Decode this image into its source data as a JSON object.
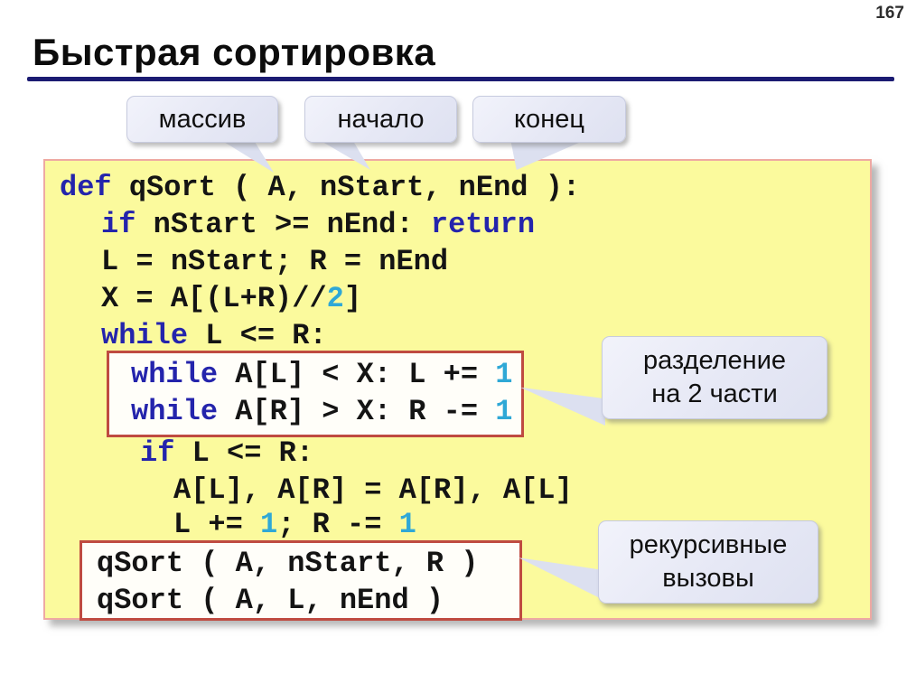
{
  "page": {
    "number": "167"
  },
  "header": {
    "title": "Быстрая сортировка"
  },
  "colors": {
    "keyword": "#2424ac",
    "number": "#2fa8d6",
    "code_panel_bg": "#fbfa9d",
    "code_panel_border": "#eea9a2",
    "highlight_box_border": "#bf4b41",
    "callout_bg": "#e6e8f5",
    "title_underline": "#1b1b72"
  },
  "param_callouts": [
    {
      "label": "массив"
    },
    {
      "label": "начало"
    },
    {
      "label": "конец"
    }
  ],
  "code": {
    "lines": {
      "l1": {
        "kw": "def ",
        "text": "qSort ( A, nStart, nEnd ):"
      },
      "l2": {
        "kw": "if ",
        "text": "nStart >= nEnd: ",
        "kw2": "return"
      },
      "l3": {
        "text": "L = nStart; R = nEnd"
      },
      "l4": {
        "text": "X = A[(L+R)//",
        "num": "2",
        "text2": "]"
      },
      "l5": {
        "kw": "while ",
        "text": "L <= R:"
      },
      "l6": {
        "kw": "while ",
        "text": "A[L] < X: L += ",
        "num": "1"
      },
      "l7": {
        "kw": "while ",
        "text": "A[R] > X: R -= ",
        "num": "1"
      },
      "l8": {
        "kw": "if ",
        "text": "L <= R:"
      },
      "l9": {
        "text": "A[L], A[R] = A[R], A[L]"
      },
      "l10": {
        "text": "L += ",
        "num": "1",
        "text2": "; R -= ",
        "num2": "1"
      },
      "l11": {
        "text": "qSort ( A, nStart, R )"
      },
      "l12": {
        "text": "qSort ( A, L, nEnd )"
      }
    }
  },
  "annotations": [
    {
      "line1": "разделение",
      "line2": "на 2 части"
    },
    {
      "line1": "рекурсивные",
      "line2": "вызовы"
    }
  ]
}
